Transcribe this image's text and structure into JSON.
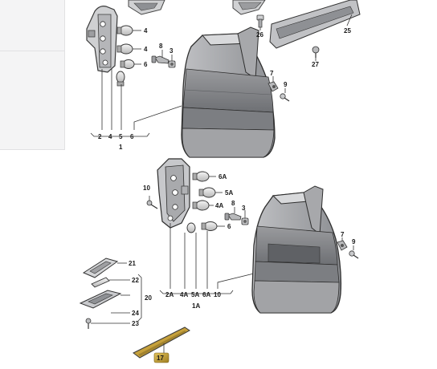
{
  "assembly_upper": {
    "group_label": "1",
    "sub_labels": [
      "2",
      "4",
      "5",
      "6"
    ],
    "callouts": {
      "bulb_a": "4",
      "bulb_b": "4",
      "bulb_c": "6",
      "screw": "8",
      "nut": "3"
    }
  },
  "assembly_lower": {
    "group_label": "1A",
    "sub_labels": [
      "2A",
      "4A",
      "5A",
      "6A",
      "10"
    ],
    "callouts": {
      "bulb_a": "6A",
      "bulb_b": "5A",
      "bulb_c": "4A",
      "bulb_d": "6",
      "screw_left": "10",
      "screw": "8",
      "nut": "3",
      "bolt": "7",
      "washer": "9"
    }
  },
  "upper_right": {
    "clip": "26",
    "strip": "25",
    "screw": "27",
    "bolt": "7",
    "washer": "9"
  },
  "plate_light": {
    "group": "20",
    "items": [
      "21",
      "22",
      "24",
      "23"
    ]
  },
  "trim_strip": {
    "label": "17",
    "fill": "#c6a13c"
  }
}
